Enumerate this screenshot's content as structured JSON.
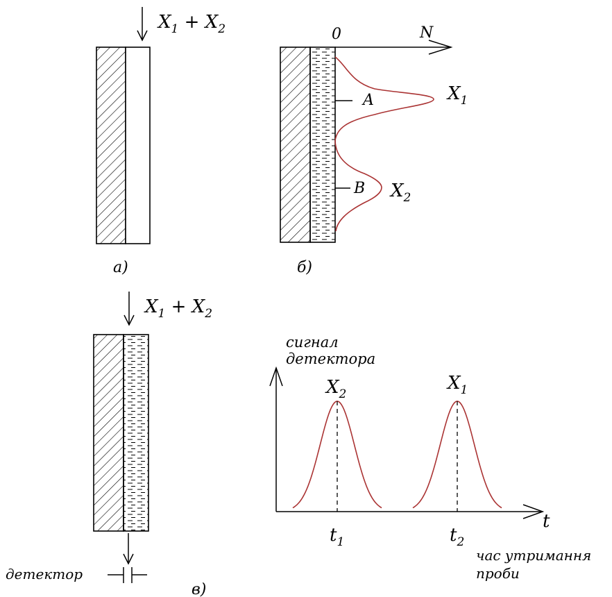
{
  "panel_a": {
    "feed_symbol": "X",
    "feed_sub1": "1",
    "feed_plus": " + ",
    "feed_sub2": "2",
    "caption": "а)"
  },
  "panel_b": {
    "origin": "0",
    "axis_label": "N",
    "zone_a": "A",
    "zone_b": "B",
    "peak1_symbol": "X",
    "peak1_sub": "1",
    "peak2_symbol": "X",
    "peak2_sub": "2",
    "caption": "б)"
  },
  "panel_c": {
    "feed_symbol": "X",
    "feed_sub1": "1",
    "feed_plus": " + ",
    "feed_sub2": "2",
    "detector_label": "детектор",
    "caption": "в)"
  },
  "chromatogram": {
    "ylabel_line1": "сигнал",
    "ylabel_line2": "детектора",
    "peak1_symbol": "X",
    "peak1_sub": "2",
    "peak2_symbol": "X",
    "peak2_sub": "1",
    "t1_symbol": "t",
    "t1_sub": "1",
    "t2_symbol": "t",
    "t2_sub": "2",
    "xlabel": "t",
    "xlabel_line1": "час утримання",
    "xlabel_line2": "проби"
  },
  "colors": {
    "curve": "#a33333",
    "ink": "#000000"
  }
}
